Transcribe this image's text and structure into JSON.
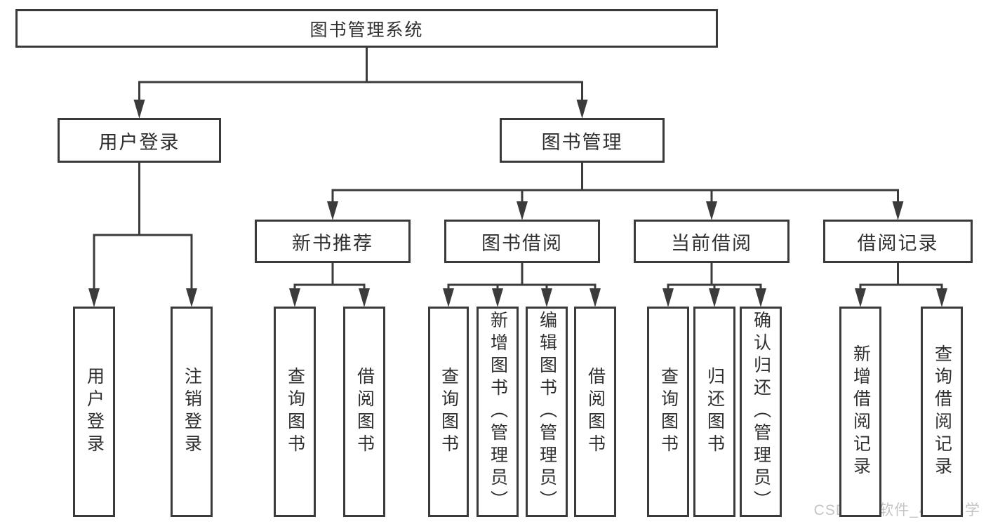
{
  "diagram": {
    "nodes": [
      {
        "id": "root",
        "label": "图书管理系统"
      },
      {
        "id": "user-login",
        "label": "用户登录"
      },
      {
        "id": "book-mgmt",
        "label": "图书管理"
      },
      {
        "id": "new-book-rec",
        "label": "新书推荐"
      },
      {
        "id": "book-borrow",
        "label": "图书借阅"
      },
      {
        "id": "current-borrow",
        "label": "当前借阅"
      },
      {
        "id": "borrow-records",
        "label": "借阅记录"
      },
      {
        "id": "leaf-user-login",
        "label": "用户登录"
      },
      {
        "id": "leaf-logout",
        "label": "注销登录"
      },
      {
        "id": "leaf-query-book-1",
        "label": "查询图书"
      },
      {
        "id": "leaf-borrow-book-1",
        "label": "借阅图书"
      },
      {
        "id": "leaf-query-book-2",
        "label": "查询图书"
      },
      {
        "id": "leaf-add-book",
        "label": "新增图书（管理员）"
      },
      {
        "id": "leaf-edit-book",
        "label": "编辑图书（管理员）"
      },
      {
        "id": "leaf-borrow-book-2",
        "label": "借阅图书"
      },
      {
        "id": "leaf-query-book-3",
        "label": "查询图书"
      },
      {
        "id": "leaf-return-book",
        "label": "归还图书"
      },
      {
        "id": "leaf-confirm-return",
        "label": "确认归还（管理员）"
      },
      {
        "id": "leaf-add-record",
        "label": "新增借阅记录"
      },
      {
        "id": "leaf-query-record",
        "label": "查询借阅记录"
      }
    ],
    "edges": [
      {
        "parent": "root",
        "children": [
          "user-login",
          "book-mgmt"
        ]
      },
      {
        "parent": "user-login",
        "children": [
          "leaf-user-login",
          "leaf-logout"
        ]
      },
      {
        "parent": "book-mgmt",
        "children": [
          "new-book-rec",
          "book-borrow",
          "current-borrow",
          "borrow-records"
        ]
      },
      {
        "parent": "new-book-rec",
        "children": [
          "leaf-query-book-1",
          "leaf-borrow-book-1"
        ]
      },
      {
        "parent": "book-borrow",
        "children": [
          "leaf-query-book-2",
          "leaf-add-book",
          "leaf-edit-book",
          "leaf-borrow-book-2"
        ]
      },
      {
        "parent": "current-borrow",
        "children": [
          "leaf-query-book-3",
          "leaf-return-book",
          "leaf-confirm-return"
        ]
      },
      {
        "parent": "borrow-records",
        "children": [
          "leaf-add-record",
          "leaf-query-record"
        ]
      }
    ]
  },
  "watermark": {
    "text": "CSDN @软件_小贺同学"
  },
  "colors": {
    "line": "#3b3b3b",
    "text": "#2f2f2f",
    "watermark": "#c5c5c5",
    "background": "#ffffff"
  }
}
